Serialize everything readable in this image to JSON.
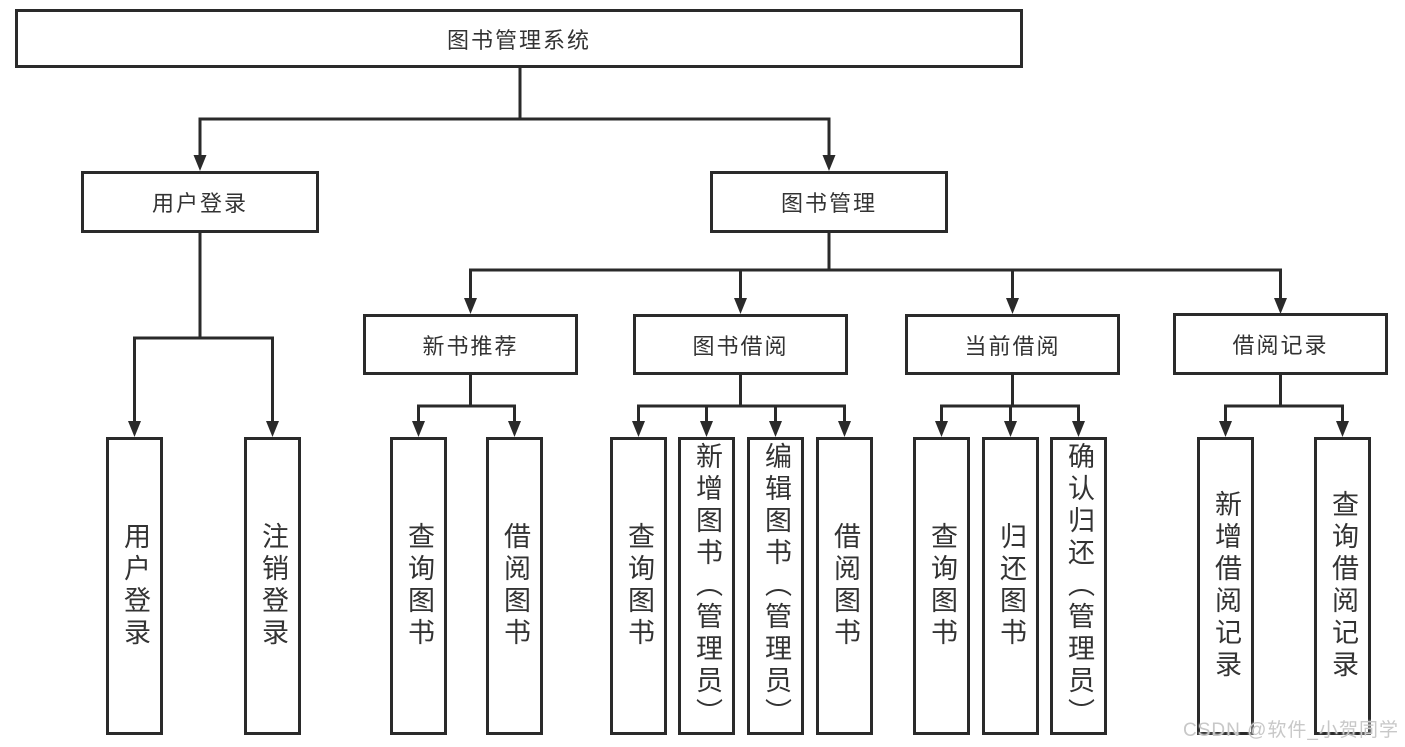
{
  "tree": {
    "root": {
      "label": "图书管理系统"
    },
    "branches": [
      {
        "label": "用户登录",
        "children": [
          {
            "label": "用户登录"
          },
          {
            "label": "注销登录"
          }
        ]
      },
      {
        "label": "图书管理",
        "children": [
          {
            "label": "新书推荐",
            "children": [
              {
                "label": "查询图书"
              },
              {
                "label": "借阅图书"
              }
            ]
          },
          {
            "label": "图书借阅",
            "children": [
              {
                "label": "查询图书"
              },
              {
                "label": "新增图书（管理员）"
              },
              {
                "label": "编辑图书（管理员）"
              },
              {
                "label": "借阅图书"
              }
            ]
          },
          {
            "label": "当前借阅",
            "children": [
              {
                "label": "查询图书"
              },
              {
                "label": "归还图书"
              },
              {
                "label": "确认归还（管理员）"
              }
            ]
          },
          {
            "label": "借阅记录",
            "children": [
              {
                "label": "新增借阅记录"
              },
              {
                "label": "查询借阅记录"
              }
            ]
          }
        ]
      }
    ]
  },
  "watermark": {
    "text": "CSDN @软件_小贺同学"
  },
  "colors": {
    "line": "#2a2a2a",
    "text": "#333333",
    "background": "#ffffff",
    "watermark": "#c8c8c8"
  }
}
